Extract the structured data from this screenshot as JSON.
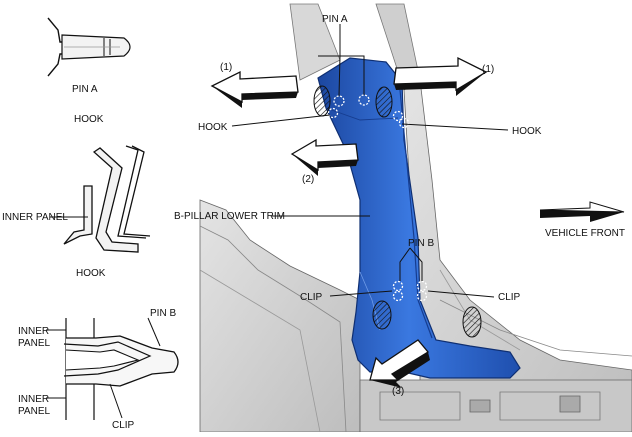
{
  "left_panel": {
    "pin_a_label": "PIN A",
    "hook_label_top": "HOOK",
    "inner_panel_label": "INNER PANEL",
    "hook_label_mid": "HOOK",
    "pin_b_label": "PIN B",
    "inner_panel_upper_l1": "INNER",
    "inner_panel_upper_l2": "PANEL",
    "inner_panel_lower_l1": "INNER",
    "inner_panel_lower_l2": "PANEL",
    "clip_label": "CLIP"
  },
  "main": {
    "pin_a_label": "PIN A",
    "arrow_1_left_label": "(1)",
    "arrow_1_right_label": "(1)",
    "hook_left_label": "HOOK",
    "hook_right_label": "HOOK",
    "arrow_2_label": "(2)",
    "trim_label": "B-PILLAR LOWER TRIM",
    "vehicle_front_label": "VEHICLE FRONT",
    "pin_b_label": "PIN B",
    "clip_left_label": "CLIP",
    "clip_right_label": "CLIP",
    "arrow_3_label": "(3)"
  },
  "colors": {
    "trim_blue": "#2a63c8",
    "trim_blue_dark": "#1c47a0",
    "body_grey": "#d4d4d4",
    "line": "#111111"
  }
}
